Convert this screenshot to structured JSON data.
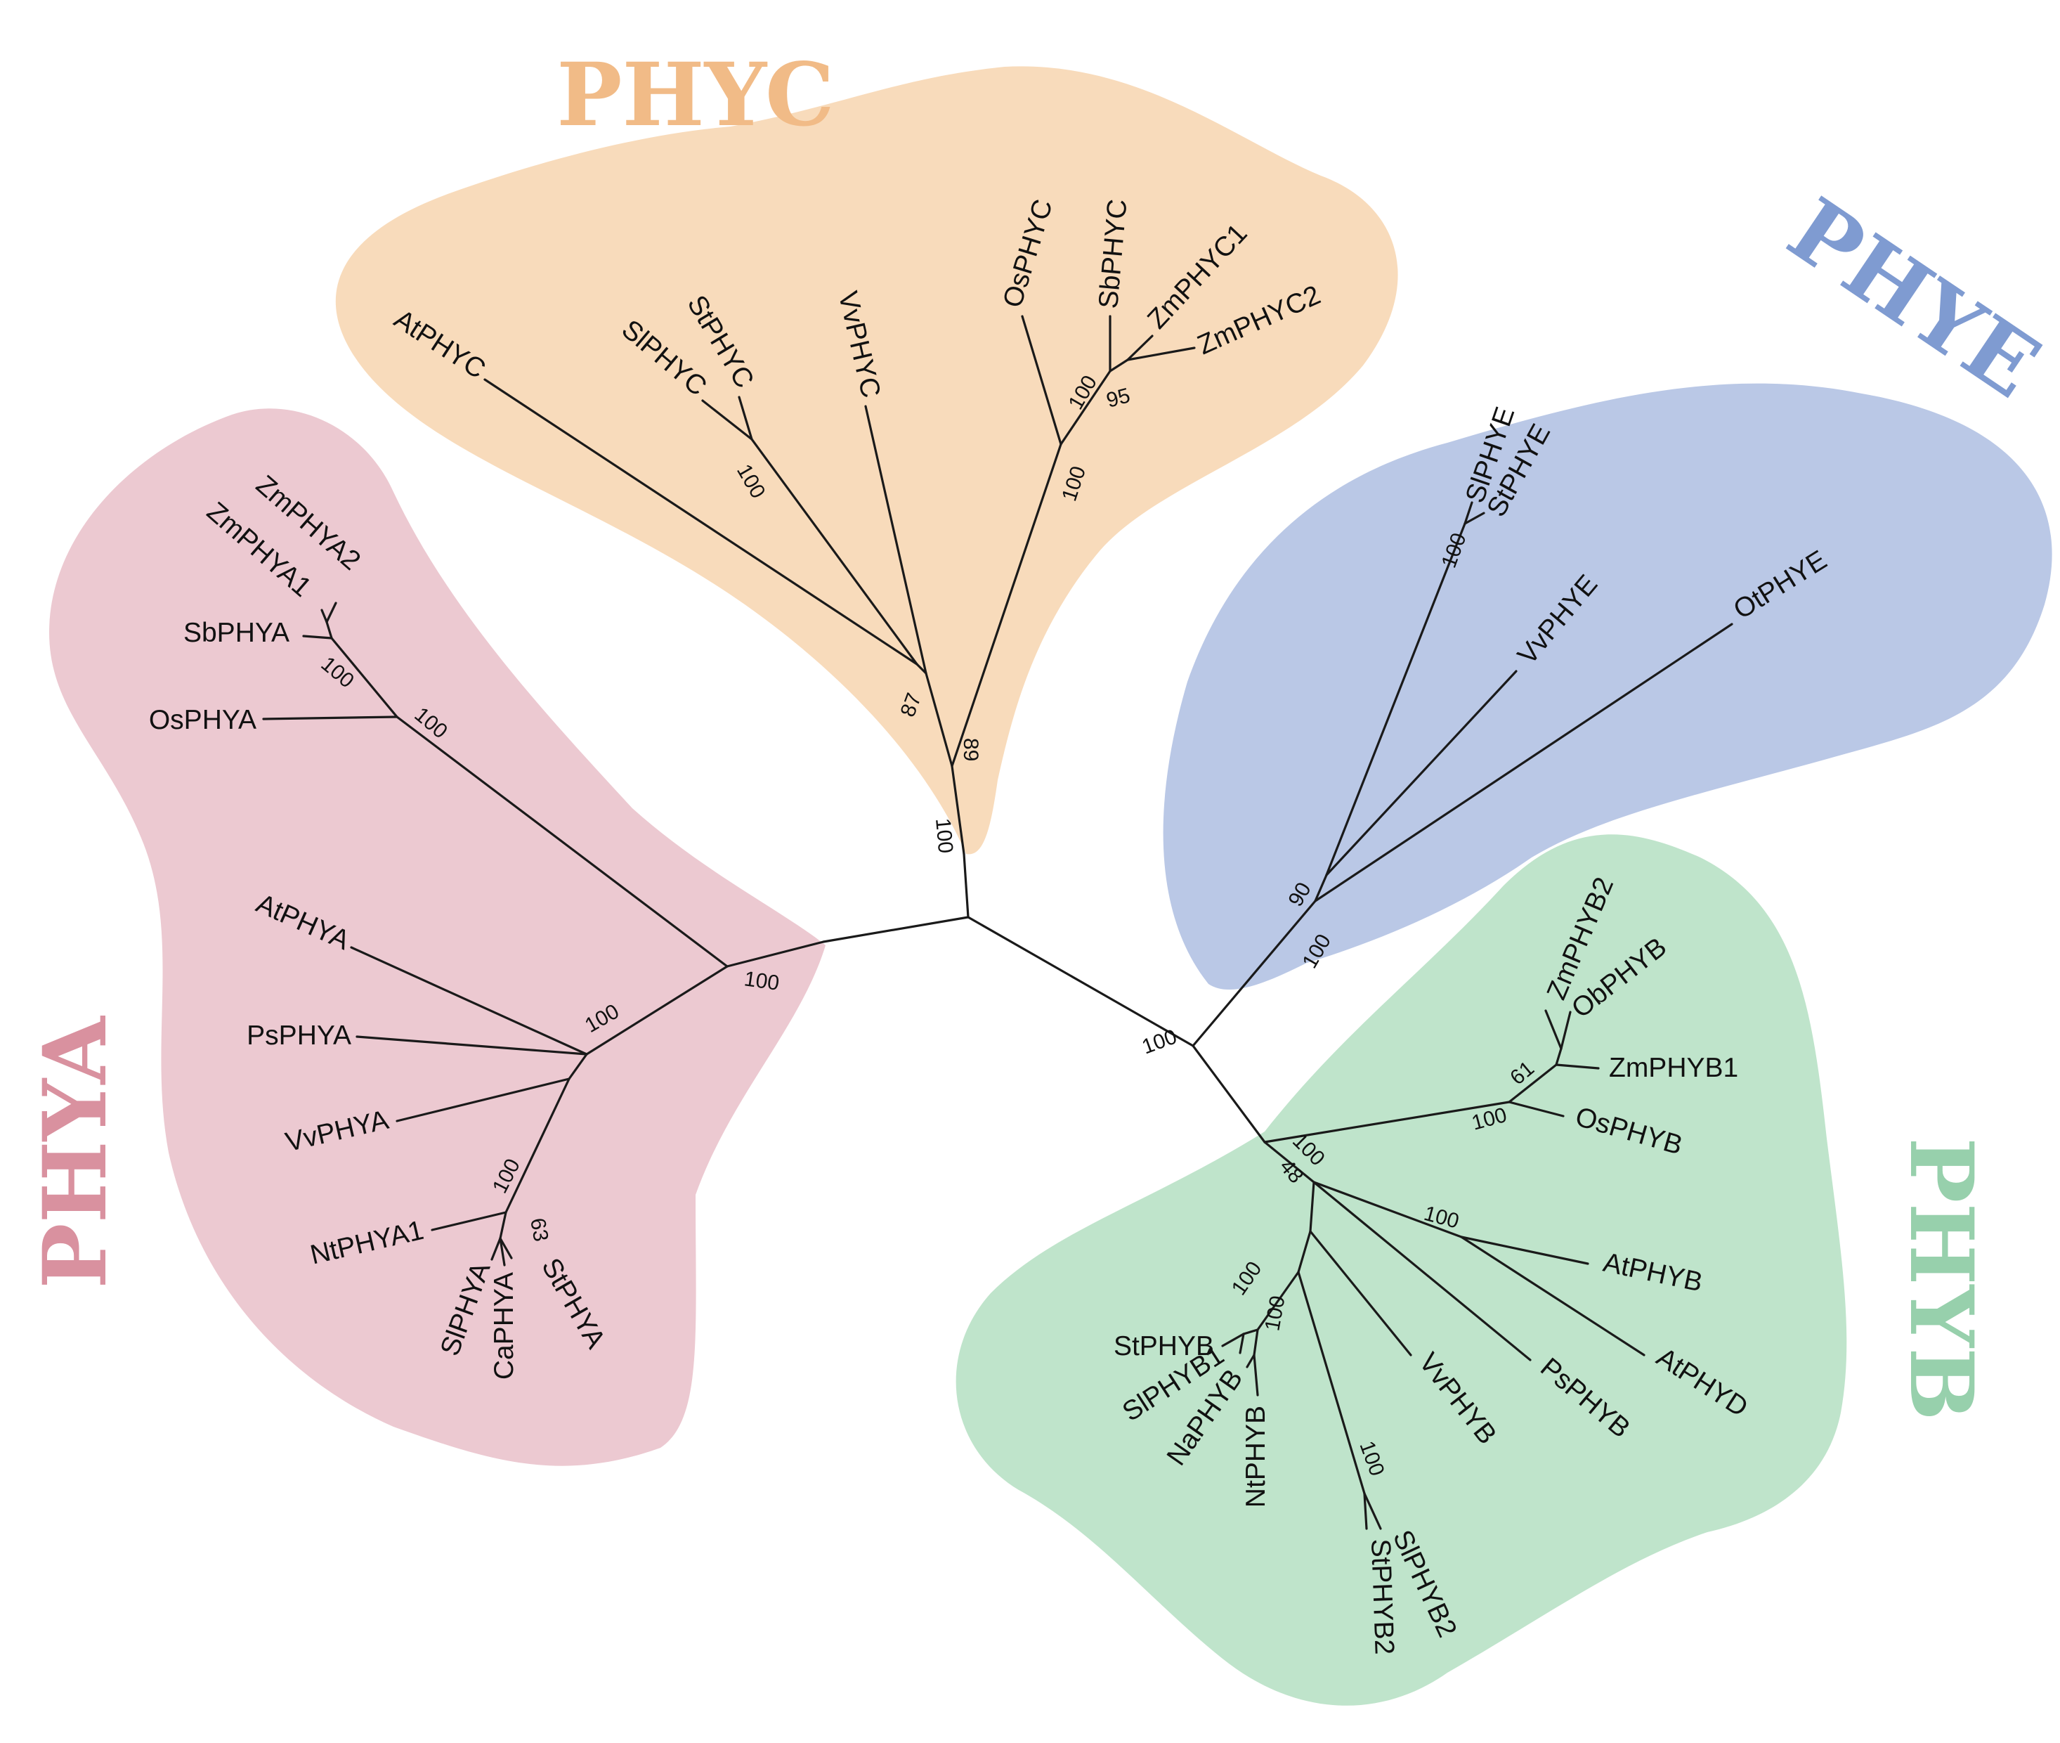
{
  "colors": {
    "phya": "#ecc9d1",
    "phyc": "#f8dbbb",
    "phye": "#bac8e6",
    "phyb": "#bfe4cb",
    "phya_title": "#d9919f",
    "phyc_title": "#f1bb87",
    "phye_title": "#7f9bd1",
    "phyb_title": "#97d0ac",
    "branch": "#1a1a1a"
  },
  "clade_titles": {
    "phya": "PHYA",
    "phyc": "PHYC",
    "phye": "PHYE",
    "phyb": "PHYB"
  },
  "leaves": {
    "zm_phya2": "ZmPHYA2",
    "zm_phya1": "ZmPHYA1",
    "sb_phya": "SbPHYA",
    "os_phya": "OsPHYA",
    "at_phya": "AtPHYA",
    "ps_phya": "PsPHYA",
    "vv_phya": "VvPHYA",
    "nt_phya1": "NtPHYA1",
    "sl_phya": "SlPHYA",
    "ca_phya": "CaPHYA",
    "st_phya": "StPHYA",
    "at_phyc": "AtPHYC",
    "sl_phyc": "SlPHYC",
    "st_phyc": "StPHYC",
    "vv_phyc": "VvPHYC",
    "os_phyc": "OsPHYC",
    "sb_phyc": "SbPHYC",
    "zm_phyc1": "ZmPHYC1",
    "zm_phyc2": "ZmPHYC2",
    "sl_phye": "SlPHYE",
    "st_phye": "StPHYE",
    "vv_phye": "VvPHYE",
    "ot_phye": "OtPHYE",
    "zm_phyb2": "ZmPHYB2",
    "ob_phyb": "ObPHYB",
    "zm_phyb1": "ZmPHYB1",
    "os_phyb": "OsPHYB",
    "at_phyb": "AtPHYB",
    "at_phyd": "AtPHYD",
    "ps_phyb": "PsPHYB",
    "vv_phyb": "VvPHYB",
    "sl_phyb2": "SlPHYB2",
    "st_phyb2": "StPHYB2",
    "nt_phyb": "NtPHYB",
    "na_phyb": "NaPHYB",
    "sl_phyb1": "SlPHYB1",
    "st_phyb": "StPHYB"
  },
  "support": {
    "phya_root": "100",
    "phya_monocot": "100",
    "phya_sb_zm": "100",
    "phya_dicot": "100",
    "phya_solanaceae": "100",
    "phya_sl_ca_st": "63",
    "phyc_root": "100",
    "phyc_inner": "89",
    "phyc_dicot": "87",
    "phyc_solanaceae": "100",
    "phyc_monocot": "100",
    "phyc_sb_zm": "100",
    "phyc_zm": "95",
    "phye_root": "100",
    "phye_inner": "90",
    "phye_solanaceae": "100",
    "phyb_e_split": "100",
    "phyb_root": "100",
    "phyb_dicot": "48",
    "phyb_monocot": "100",
    "phyb_zm_ob": "61",
    "phyb_at": "100",
    "phyb_phyb2": "100",
    "phyb_phyb1": "100",
    "phyb_nt_na": "100"
  }
}
